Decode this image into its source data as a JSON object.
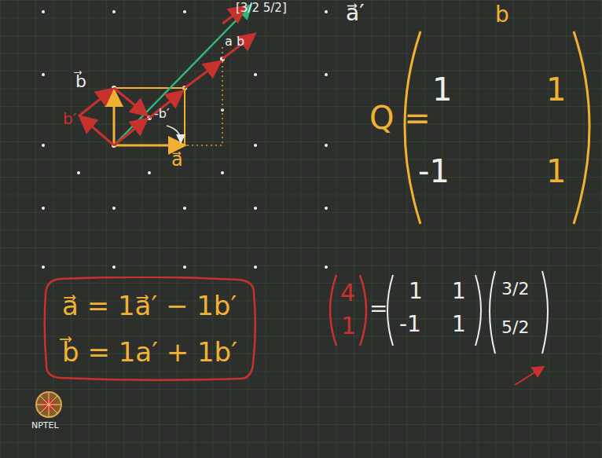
{
  "diagram": {
    "nodes": [
      {
        "text": [
          "a⃗ = 1a⃗′ − 1b′",
          "b⃗ = 1a′ + 1b′"
        ]
      }
    ],
    "labels": [
      "[3/2 5/2]",
      "a b",
      "b⃗",
      "b′",
      "-b′",
      "a⃗",
      "a⃗′",
      "b",
      "Q =",
      "1",
      "1",
      "-1",
      "1",
      "4",
      "1",
      "=",
      "1",
      "1",
      "-1",
      "1",
      "3/2",
      "5/2",
      "NPTEL"
    ]
  }
}
